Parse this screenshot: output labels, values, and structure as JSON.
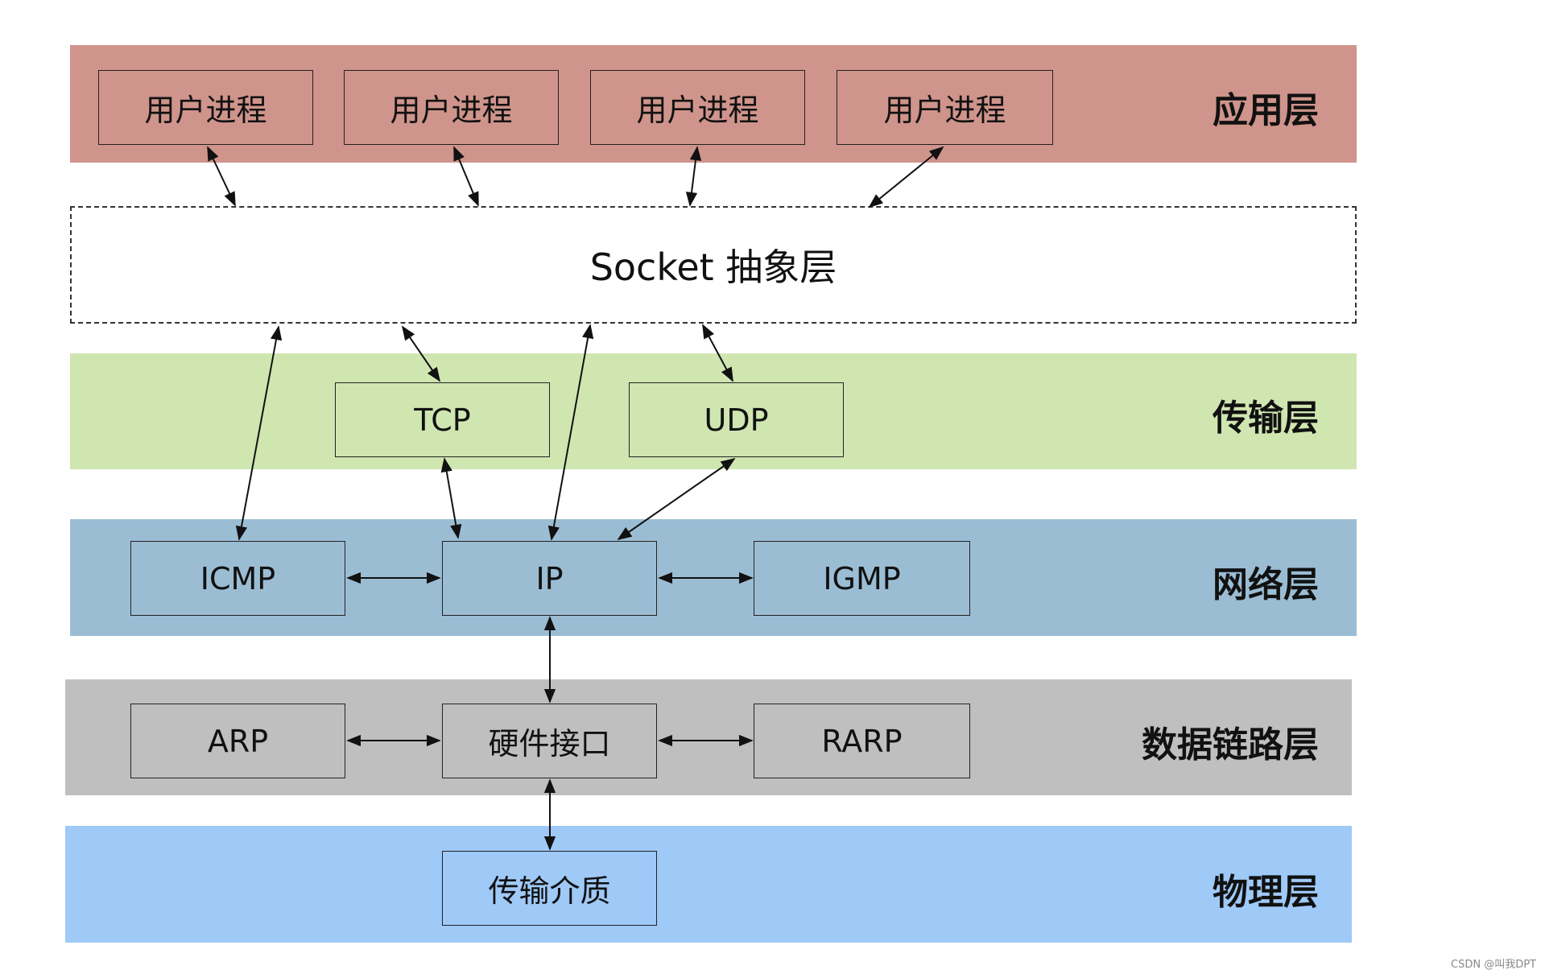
{
  "colors": {
    "application": "#cf948b",
    "transport": "#cfe6b1",
    "network": "#9bbdd4",
    "datalink": "#bfbfbf",
    "physical": "#9fc9f7"
  },
  "layers": {
    "application": {
      "label": "应用层",
      "processes": [
        "用户进程",
        "用户进程",
        "用户进程",
        "用户进程"
      ]
    },
    "socket": {
      "label": "Socket 抽象层"
    },
    "transport": {
      "label": "传输层",
      "tcp": "TCP",
      "udp": "UDP"
    },
    "network": {
      "label": "网络层",
      "icmp": "ICMP",
      "ip": "IP",
      "igmp": "IGMP"
    },
    "datalink": {
      "label": "数据链路层",
      "arp": "ARP",
      "hw": "硬件接口",
      "rarp": "RARP"
    },
    "physical": {
      "label": "物理层",
      "medium": "传输介质"
    }
  },
  "credit": "CSDN @叫我DPT"
}
